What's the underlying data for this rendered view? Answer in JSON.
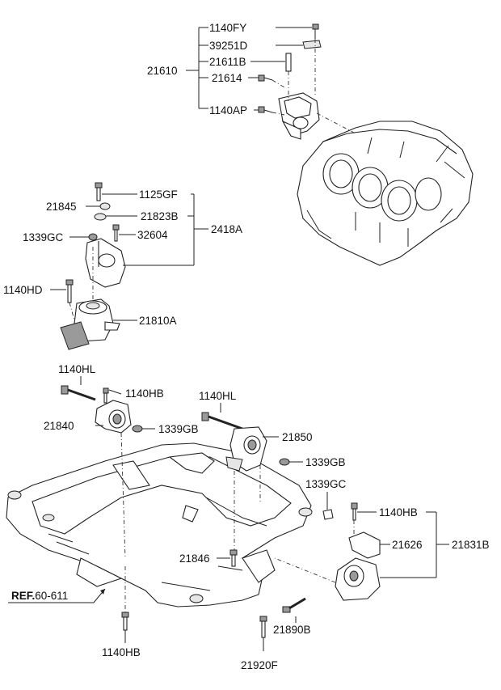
{
  "labels": {
    "p1140FY": "1140FY",
    "p39251D": "39251D",
    "p21611B": "21611B",
    "p21610": "21610",
    "p21614": "21614",
    "p1140AP": "1140AP",
    "p1125GF": "1125GF",
    "p21845": "21845",
    "p21823B": "21823B",
    "p2418A": "2418A",
    "p1339GC_a": "1339GC",
    "p32604": "32604",
    "p1140HD": "1140HD",
    "p21810A": "21810A",
    "p1140HL_a": "1140HL",
    "p1140HB_a": "1140HB",
    "p1140HL_b": "1140HL",
    "p21840": "21840",
    "p1339GB_a": "1339GB",
    "p21850": "21850",
    "p1339GB_b": "1339GB",
    "p1339GC_b": "1339GC",
    "p1140HB_b": "1140HB",
    "p21626": "21626",
    "p21831B": "21831B",
    "p21846": "21846",
    "p21890B": "21890B",
    "p1140HB_c": "1140HB",
    "p21920F": "21920F"
  },
  "ref": {
    "prefix": "REF.",
    "number": "60-611"
  }
}
